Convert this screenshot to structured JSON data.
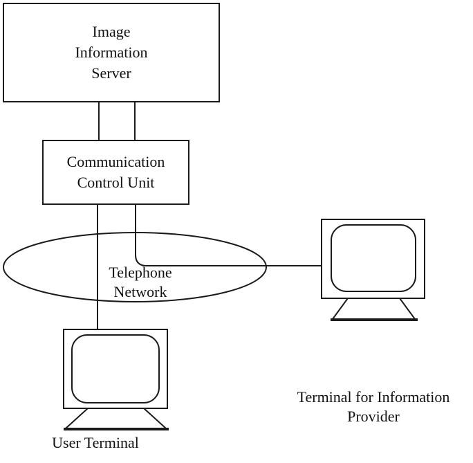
{
  "server": {
    "lines": [
      "Image",
      "Information",
      "Server"
    ]
  },
  "control_unit": {
    "lines": [
      "Communication",
      "Control Unit"
    ]
  },
  "network": {
    "lines": [
      "Telephone",
      "Network"
    ]
  },
  "provider_terminal": {
    "lines": [
      "Terminal for Information",
      "Provider"
    ]
  },
  "user_terminal": {
    "label": "User Terminal"
  },
  "colors": {
    "stroke": "#1a1a1a",
    "background": "#ffffff"
  }
}
